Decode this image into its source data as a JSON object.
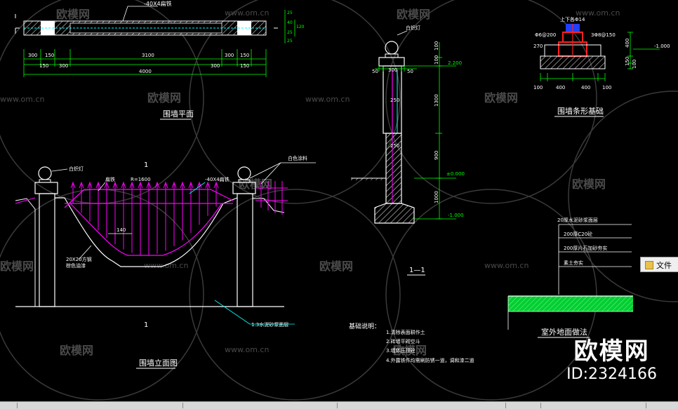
{
  "watermark": {
    "site": "www.om.cn",
    "brand": "欧模网"
  },
  "brand_badge": {
    "name": "欧模网",
    "id": "ID:2324166"
  },
  "file_tab": {
    "label": "文件"
  },
  "plan": {
    "title": "围墙平面",
    "rail_note": "-40X4扁铁",
    "dims_top": [
      "300",
      "150",
      "3100",
      "300",
      "150"
    ],
    "dims_mid": [
      "150",
      "300",
      "300",
      "150"
    ],
    "total": "4000",
    "side_dims": [
      "25",
      "40",
      "25",
      "120",
      "25"
    ]
  },
  "elevation": {
    "title": "围墙立面图",
    "lamp_label": "白炽灯",
    "flat_iron_label": "扁铁",
    "radius_label": "R=1600",
    "rail_label": "-40X4扁铁",
    "paint_label": "白色涂料",
    "tube_label": "20X20方钢",
    "tube_paint": "棕色油漆",
    "dim_140": "140",
    "render_label": "1:3水泥砂浆面层",
    "cut_mark": "1"
  },
  "section": {
    "lamp_label": "白炽灯",
    "dims_top": [
      "50",
      "300",
      "50"
    ],
    "dims_right": [
      "100",
      "100",
      "1300",
      "900",
      "1000"
    ],
    "dims_inner": [
      "250",
      "250"
    ],
    "levels": [
      "2.200",
      "±0.000",
      "-1.000"
    ],
    "title": "1—1"
  },
  "footing": {
    "title": "围墙条形基础",
    "top_note": "上下各Φ14",
    "left_note": "Φ6@200",
    "right_note": "3Φ8@150",
    "dim_label": "270",
    "dims_bottom": [
      "100",
      "400",
      "400",
      "100"
    ],
    "dims_right": [
      "400",
      "150",
      "100"
    ],
    "level": "-1.000"
  },
  "notes": {
    "title": "基础说明：",
    "items": [
      "1.清除表面耕作土",
      "2.砖墙平砌空斗",
      "3.墙体压顶砼",
      "4.外露铁件均需刷防锈一道，调和漆二道"
    ]
  },
  "ground": {
    "title": "室外地面做法",
    "layers": [
      "20厚水泥砂浆面层",
      "200厚C20砼",
      "200厚片石加砂夯实",
      "素土夯实"
    ]
  },
  "colors": {
    "background": "#000000",
    "lines": "#ffffff",
    "railing": "#ff00ff",
    "dimensions": "#00ff00",
    "leaders": "#00ffff",
    "footing_red": "#ff2020",
    "footing_blue": "#2040ff",
    "status_bar": "#d8d8d8"
  }
}
